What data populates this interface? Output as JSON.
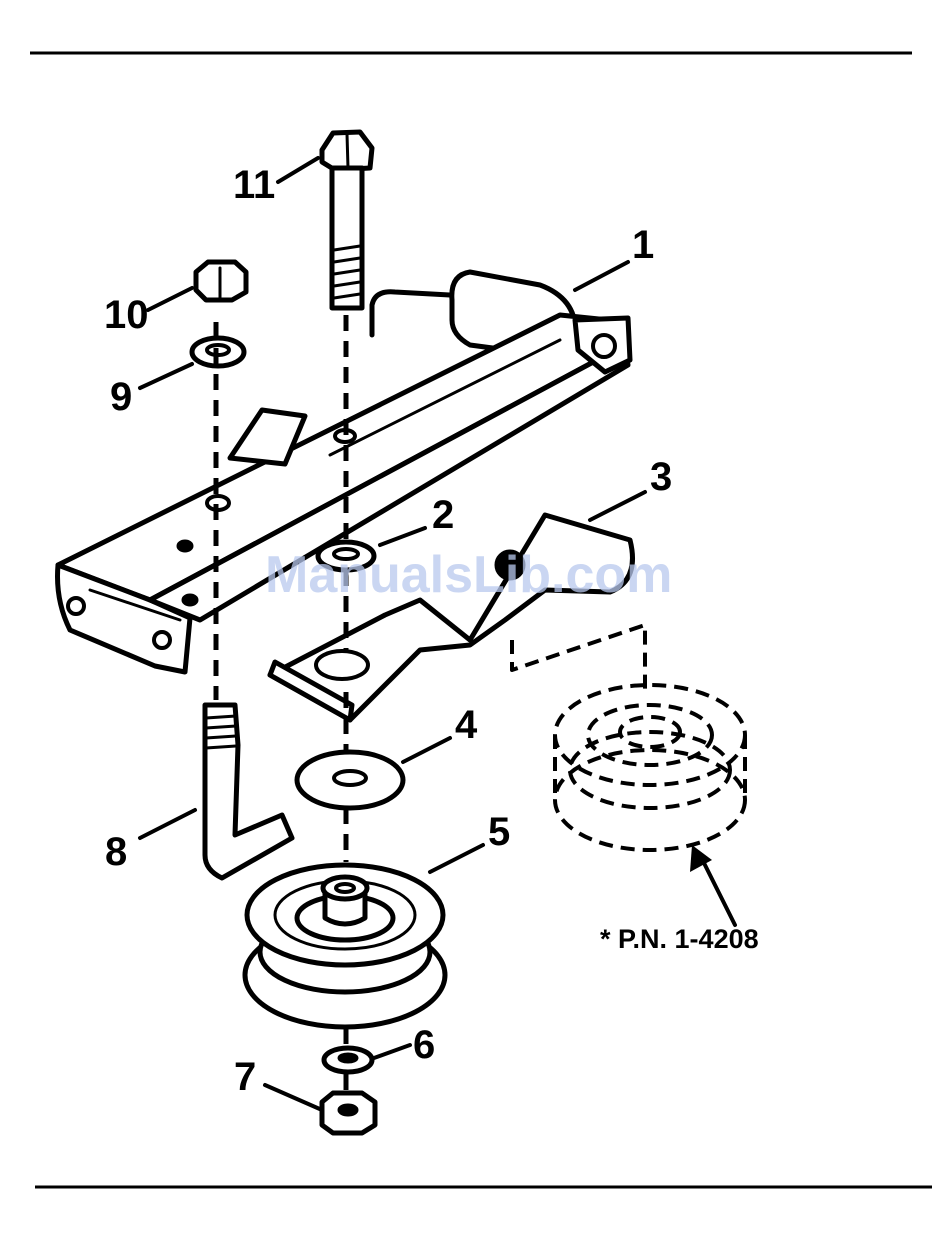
{
  "diagram": {
    "callouts": [
      "1",
      "2",
      "3",
      "4",
      "5",
      "6",
      "7",
      "8",
      "9",
      "10",
      "11"
    ],
    "part_number_note": "* P.N. 1-4208",
    "watermark": "ManualsLib.com"
  }
}
